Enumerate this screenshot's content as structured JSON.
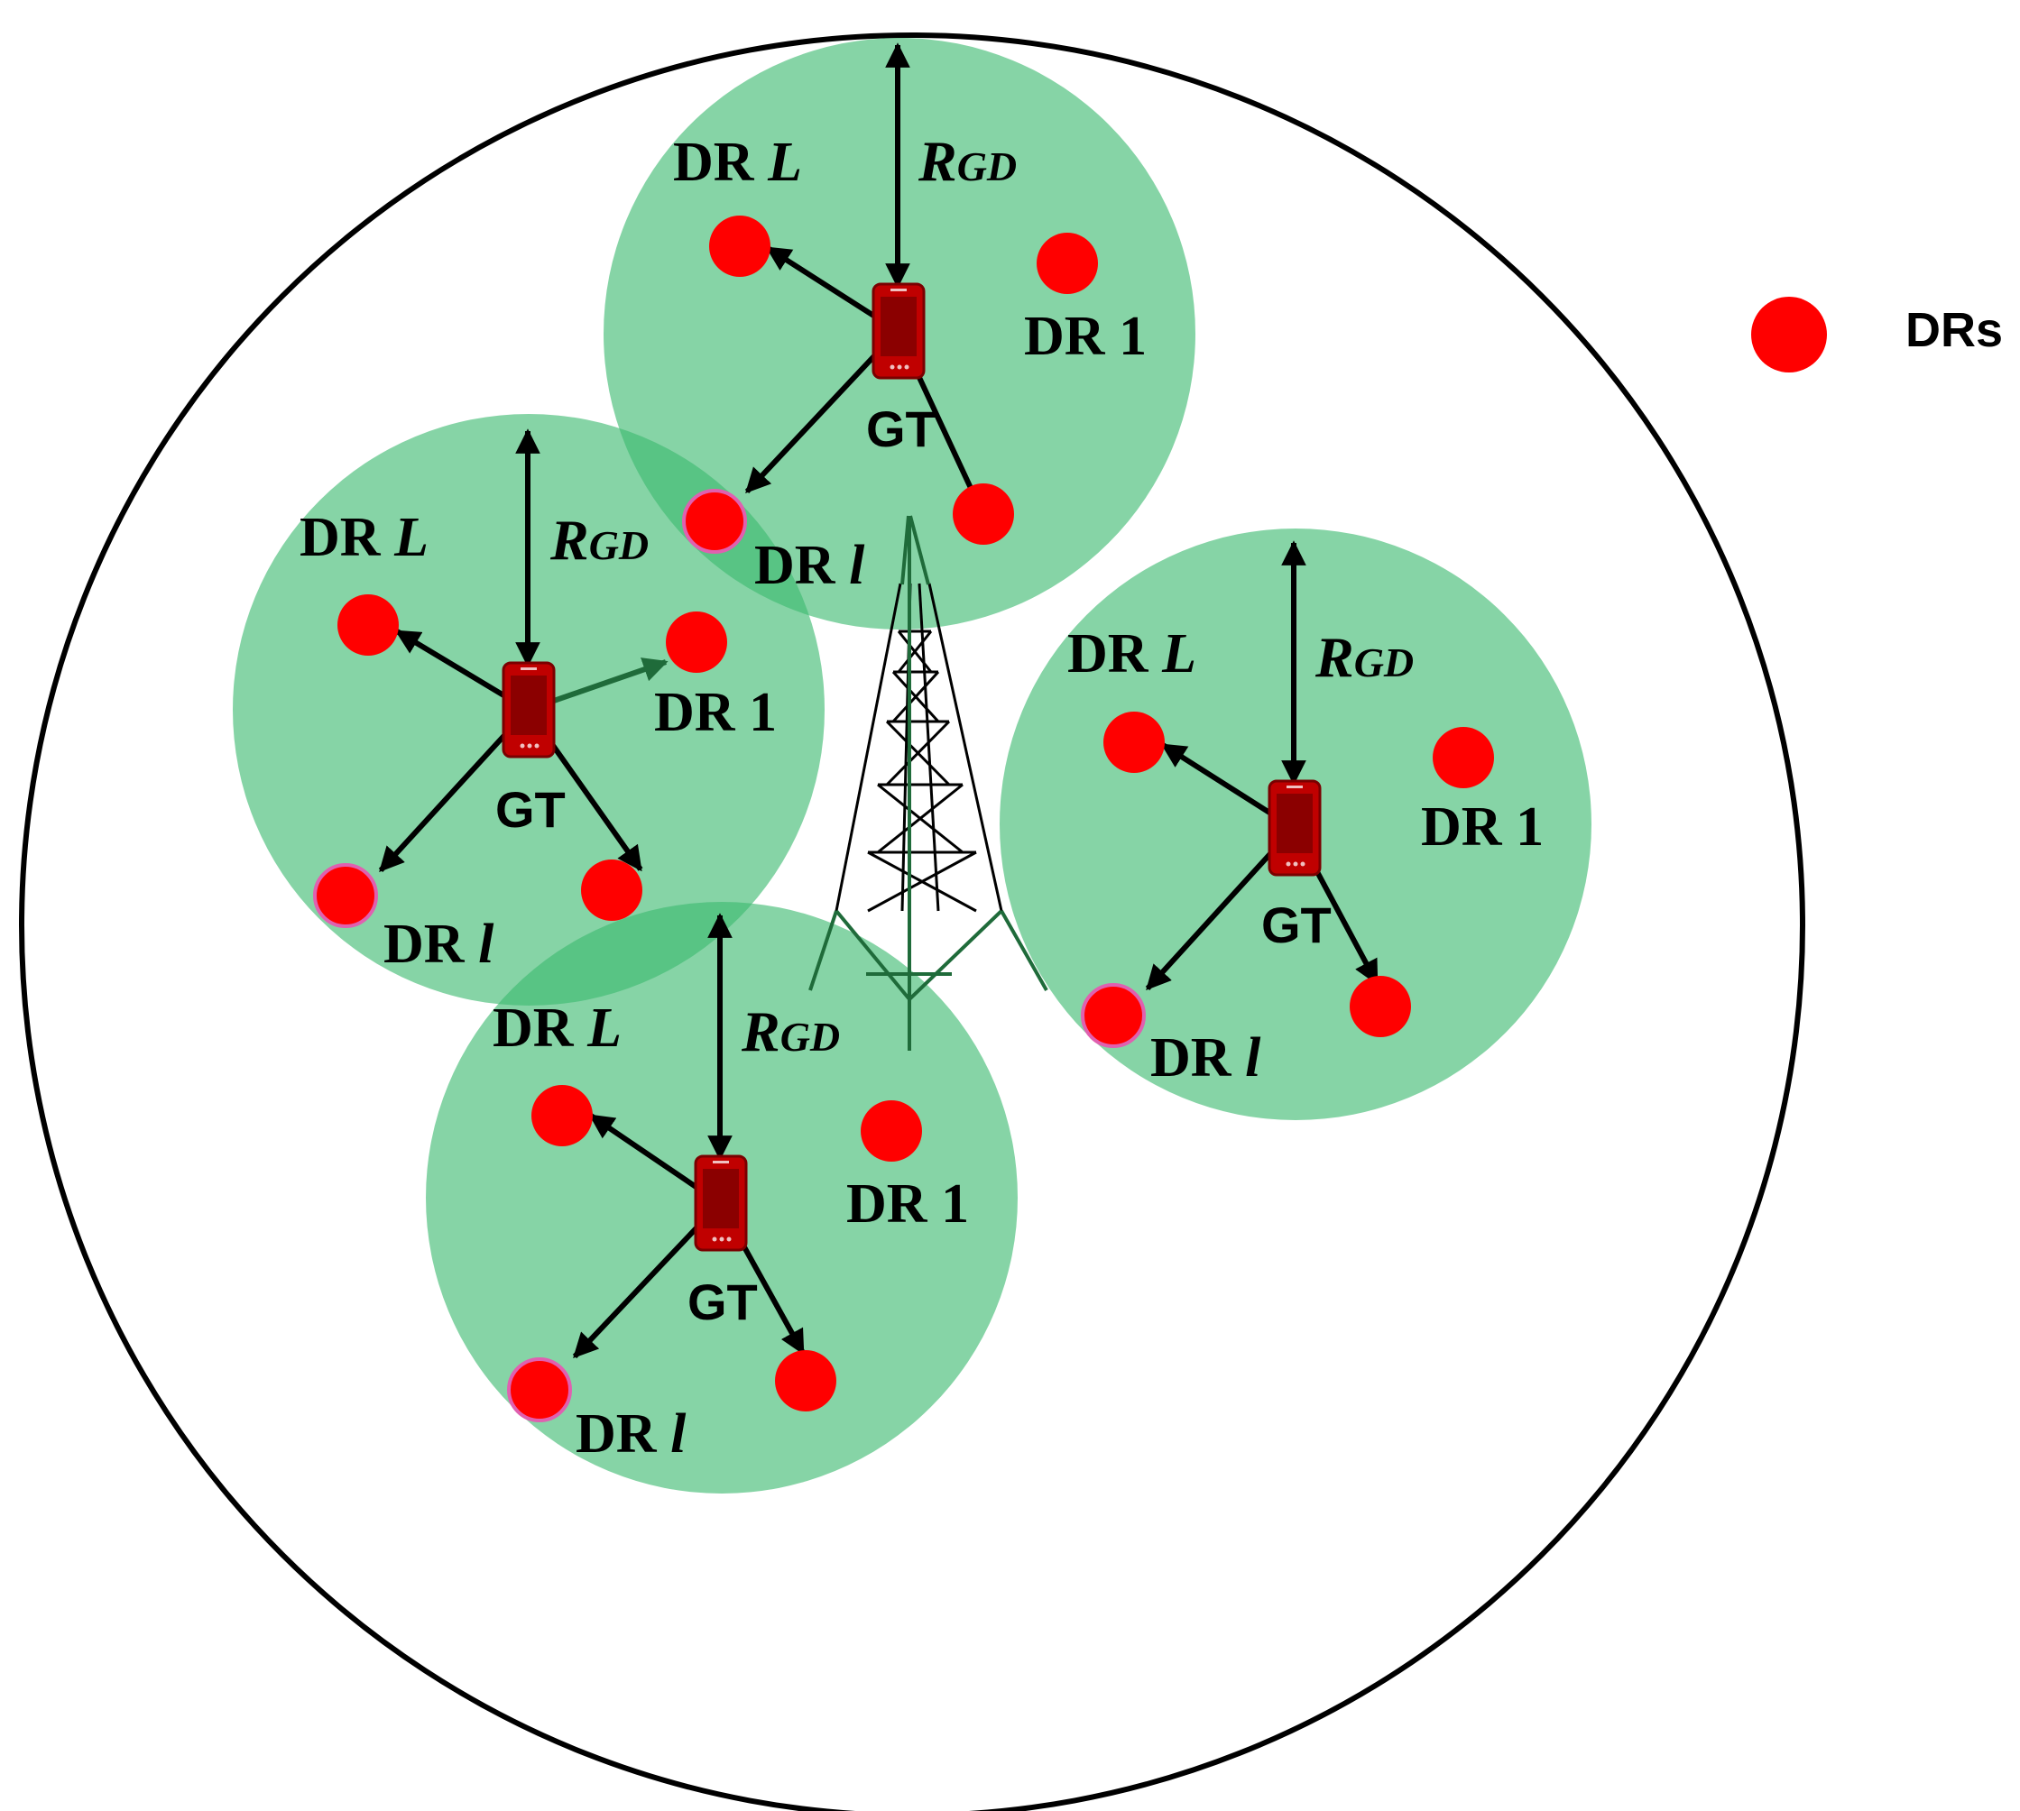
{
  "legend": {
    "label": "DRs"
  },
  "labels": {
    "dr_prefix": "DR",
    "dr_last_var": "L",
    "dr_mid_var": "l",
    "dr_first_num": "1",
    "gt": "GT",
    "radius_main": "R",
    "radius_sub": "GD"
  },
  "colors": {
    "cluster_fill": "#3cba70",
    "dr_fill": "#ff0000",
    "dr_highlight_stroke": "#e060b0",
    "phone_body": "#c00000",
    "tower_base": "#1f6b3a",
    "outer_boundary": "#000000"
  },
  "clusters": [
    {
      "name": "cluster-top"
    },
    {
      "name": "cluster-left"
    },
    {
      "name": "cluster-right"
    },
    {
      "name": "cluster-bottom"
    }
  ]
}
